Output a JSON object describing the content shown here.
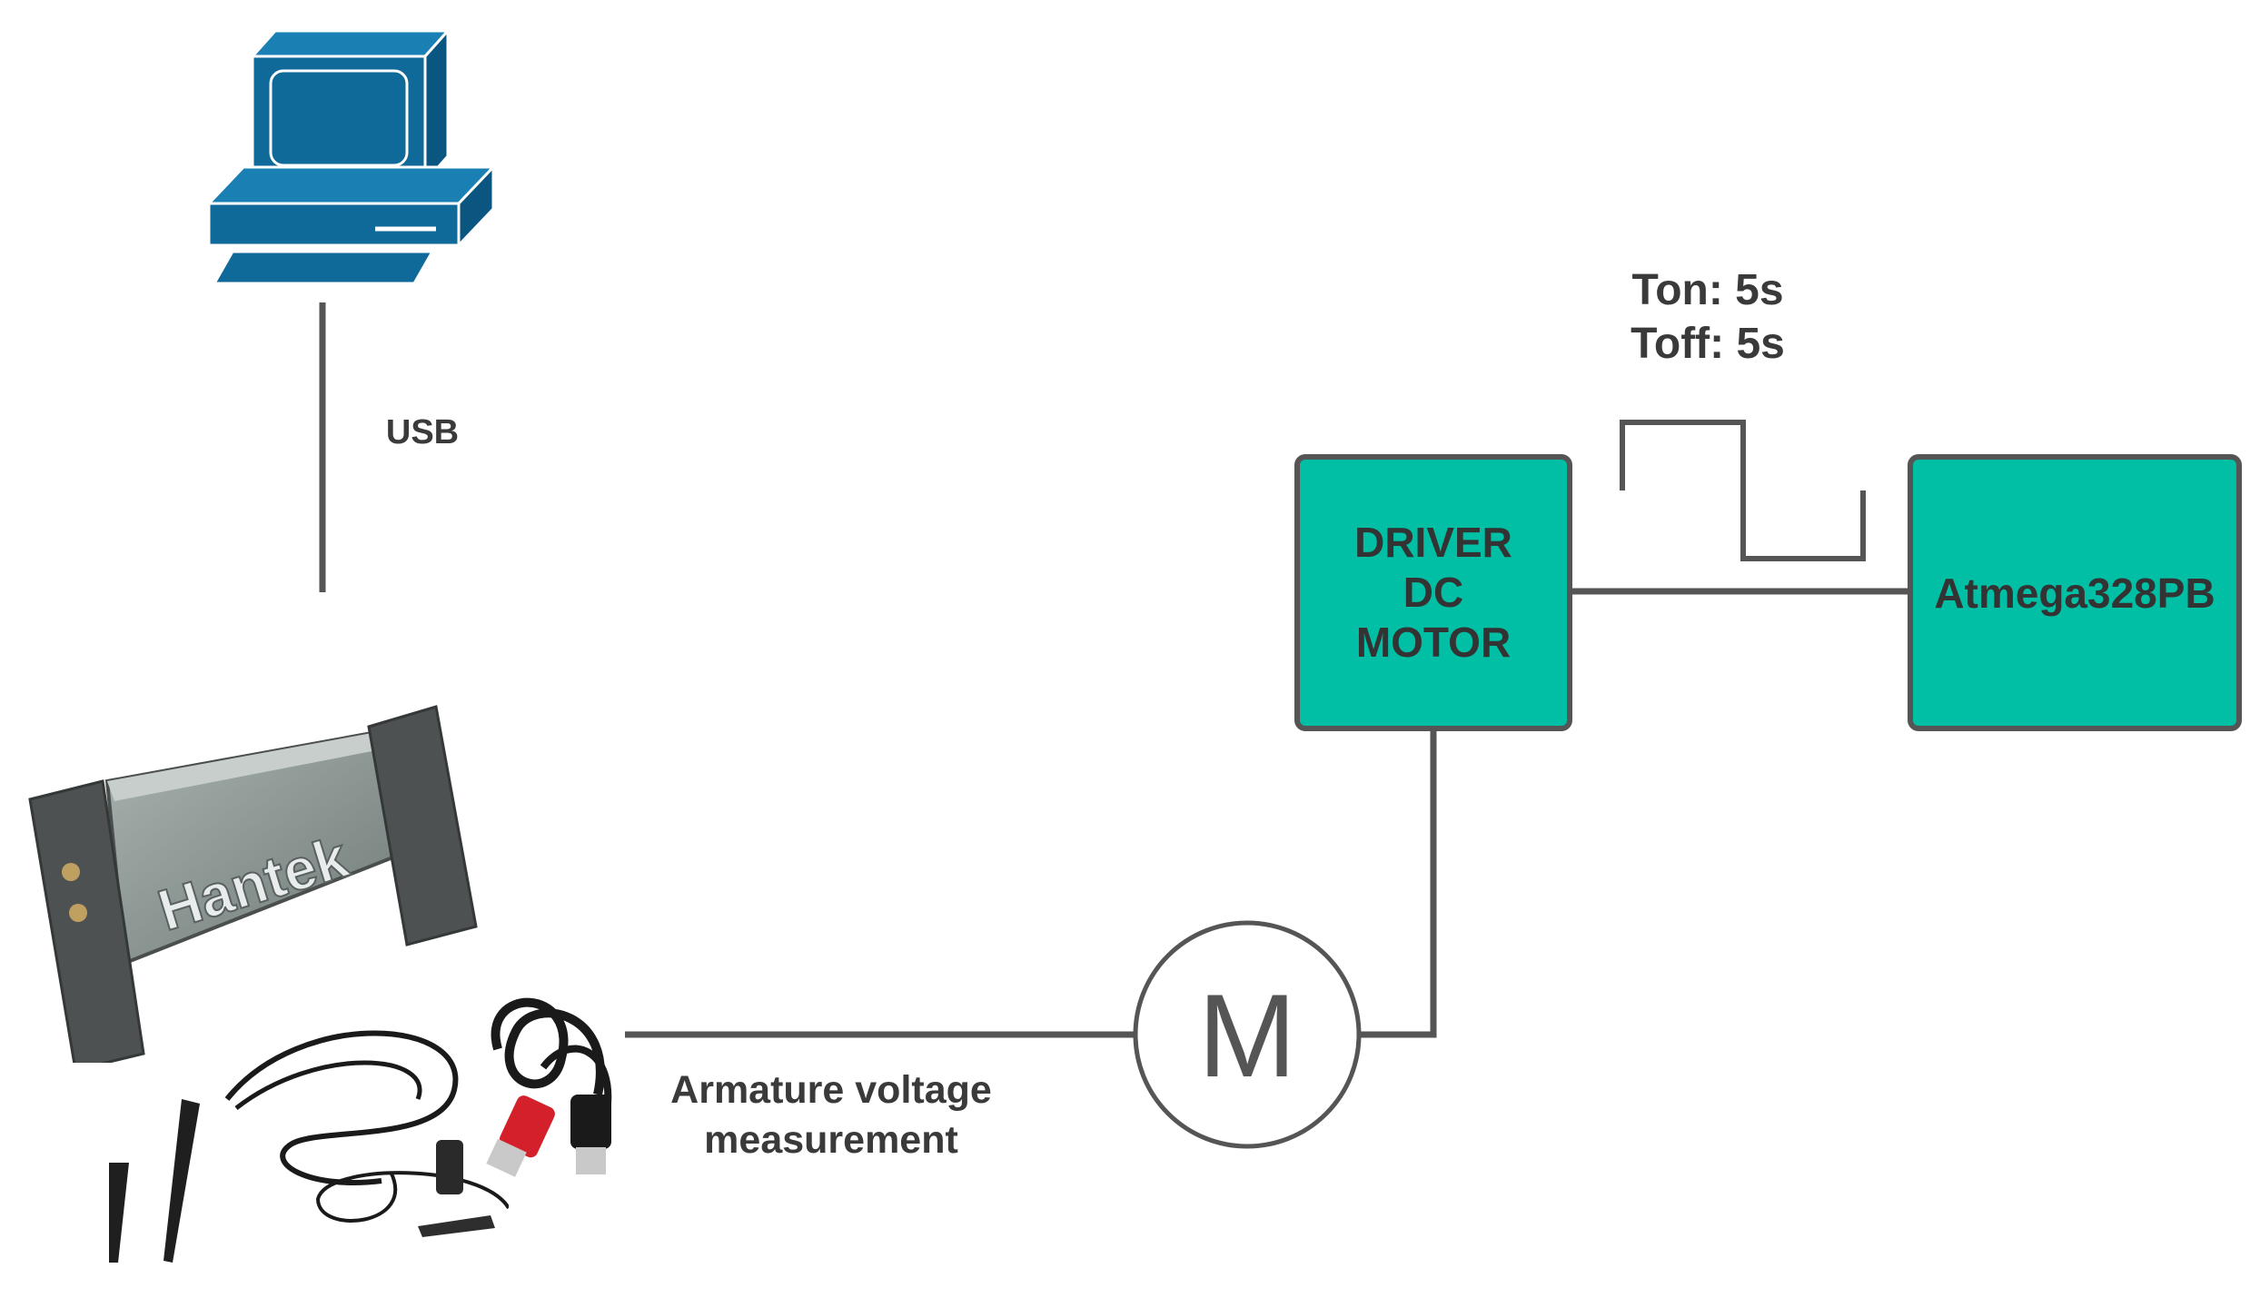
{
  "colors": {
    "wire": "#555555",
    "block_fill": "#00bfa5",
    "text": "#3a3a3a",
    "computer_blue": "#0f6a99"
  },
  "labels": {
    "usb": "USB",
    "ton": "Ton: 5s",
    "toff": "Toff: 5s",
    "armature_line1": "Armature voltage",
    "armature_line2": "measurement",
    "motor_symbol": "M"
  },
  "blocks": {
    "driver": {
      "lines": [
        "DRIVER",
        "DC",
        "MOTOR"
      ]
    },
    "mcu": {
      "label": "Atmega328PB"
    }
  },
  "icons": {
    "computer": "desktop-computer-icon",
    "oscilloscope": "usb-oscilloscope-icon",
    "oscilloscope_brand": "Hantek",
    "probe": "oscilloscope-probe-icon",
    "usb_cable": "usb-cable-icon",
    "signal": "square-wave-icon"
  }
}
